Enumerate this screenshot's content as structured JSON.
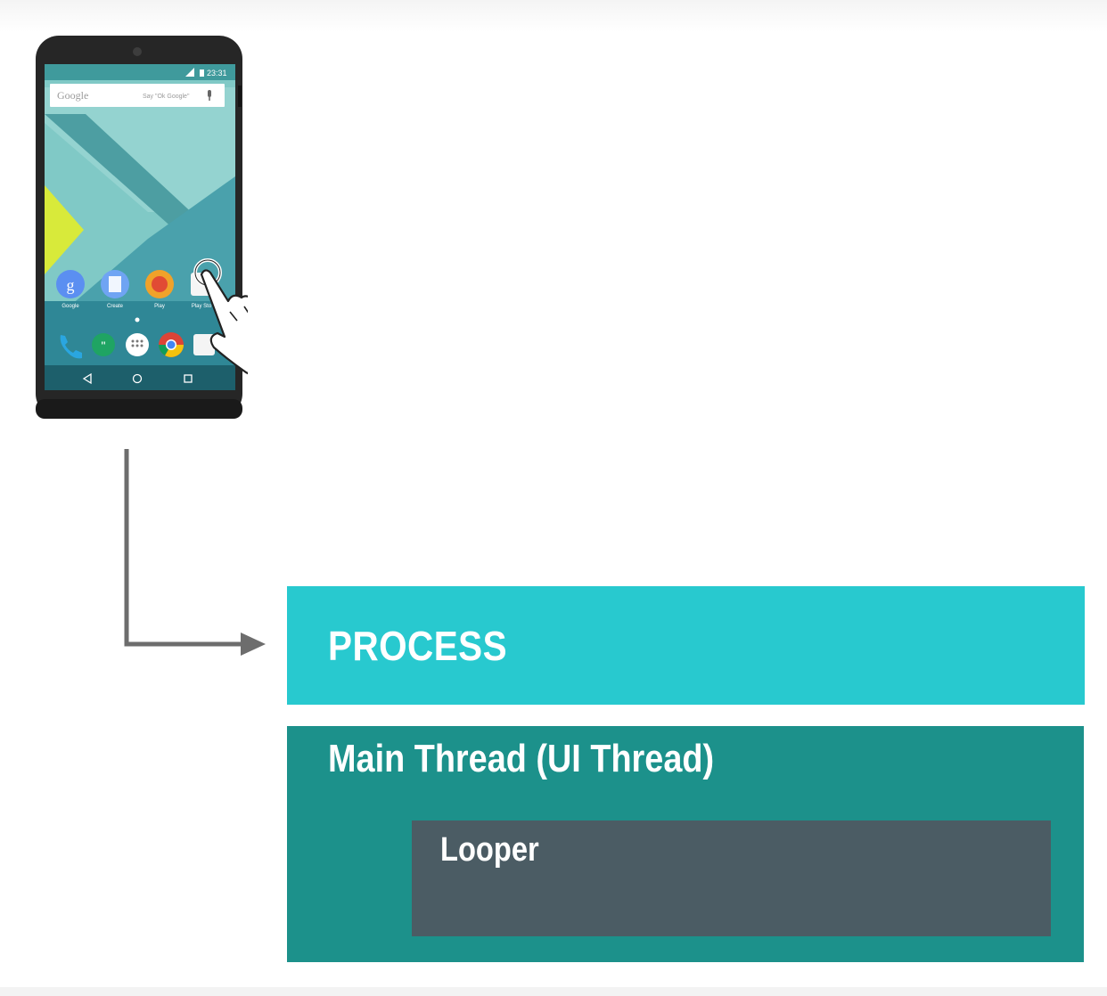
{
  "phone": {
    "search_logo": "Google",
    "search_hint": "Say \"Ok Google\"",
    "status_time": "23:31",
    "apps": [
      {
        "label": "Google"
      },
      {
        "label": "Create"
      },
      {
        "label": "Play"
      },
      {
        "label": "Play Sto"
      }
    ]
  },
  "diagram": {
    "process_label": "PROCESS",
    "main_thread_label": "Main Thread (UI Thread)",
    "looper_label": "Looper"
  },
  "colors": {
    "process": "#28c9cf",
    "main_thread": "#1c918b",
    "looper": "#4b5c64",
    "arrow": "#6d6d6d"
  }
}
